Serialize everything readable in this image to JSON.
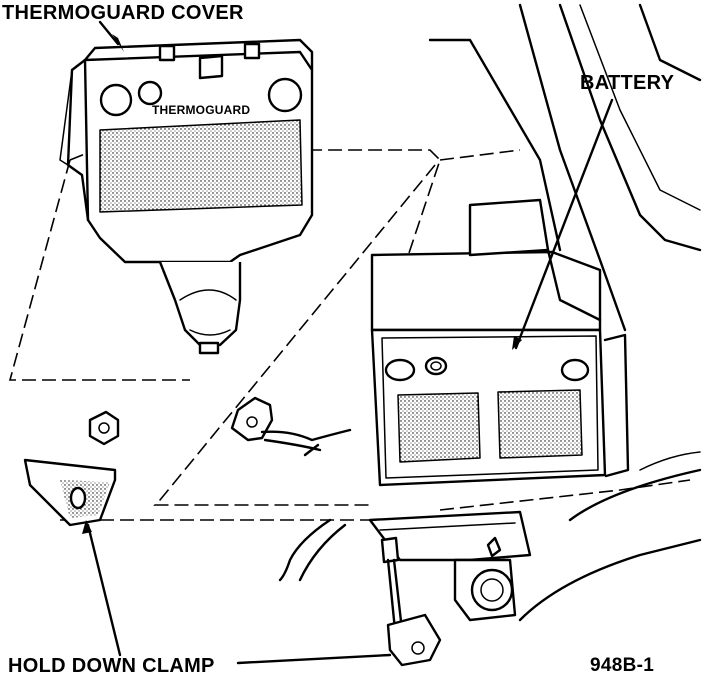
{
  "labels": {
    "thermoguard_cover": "THERMOGUARD COVER",
    "battery": "BATTERY",
    "hold_down_clamp": "HOLD DOWN CLAMP",
    "figure_number": "948B-1",
    "cover_emboss": "THERMOGUARD"
  },
  "colors": {
    "ink": "#000000",
    "background": "#ffffff"
  }
}
